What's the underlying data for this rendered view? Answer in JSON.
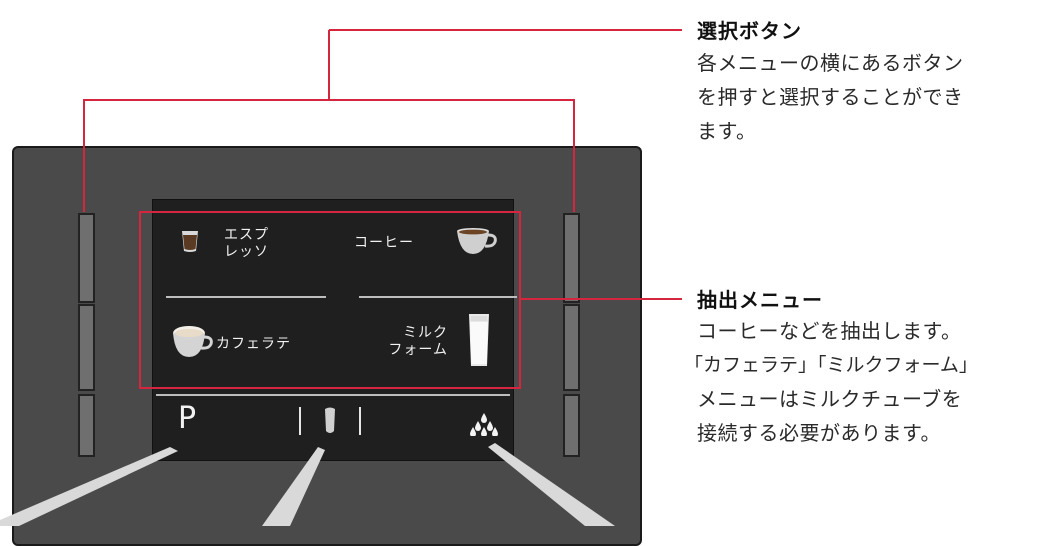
{
  "menu": {
    "espresso": "エスプ\nレッソ",
    "coffee": "コーヒー",
    "cafe_latte": "カフェラテ",
    "milk_foam": "ミルク\nフォーム"
  },
  "status_bar": {
    "program_label": "P"
  },
  "annotations": {
    "select_button": {
      "title": "選択ボタン",
      "desc_lines": [
        "各メニューの横にあるボタン",
        "を押すと選択することができ",
        "ます。"
      ]
    },
    "brew_menu": {
      "title": "抽出メニュー",
      "desc_lines": [
        "コーヒーなどを抽出します。",
        "「カフェラテ」「ミルクフォーム」",
        "メニューはミルクチューブを",
        "接続する必要があります。"
      ]
    }
  },
  "colors": {
    "callout_line": "#d6263f",
    "panel": "#4a4a4a",
    "screen": "#1f1f1f",
    "pointer": "#d9d9d9"
  }
}
